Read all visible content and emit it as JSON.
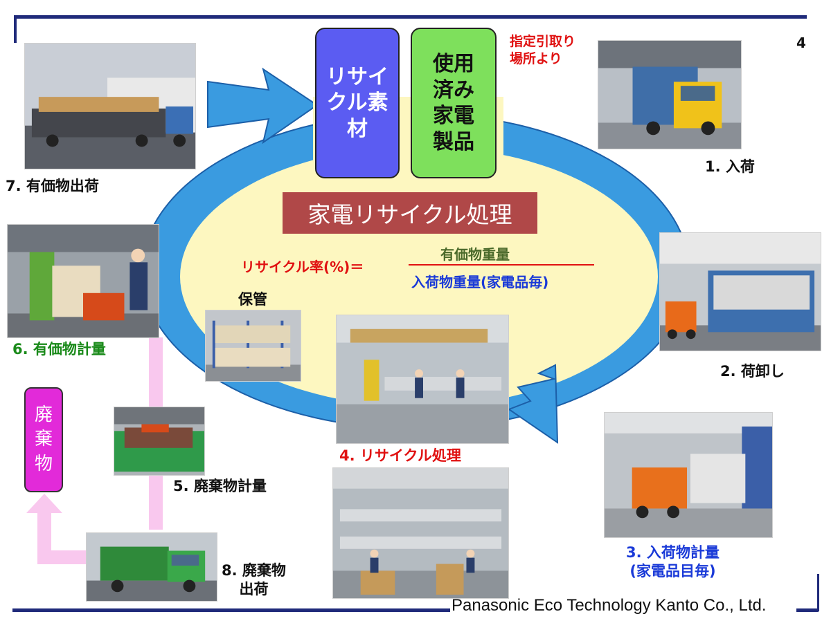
{
  "page": {
    "number": "4"
  },
  "colors": {
    "cycle_arrow": "#3a9be0",
    "inner_oval": "#fdf7c0",
    "material_box": "#5b5cf2",
    "product_box": "#7ee05c",
    "title_banner": "#b04848",
    "waste_box": "#e22ad9",
    "waste_arrow": "#f9c8ee",
    "frame": "#1f2a7a"
  },
  "center": {
    "title": "家電リサイクル処理",
    "recycled_material": "リサイクル素\n材",
    "used_appliances": "使用\n済み\n家電\n製品",
    "pickup_note": "指定引取り\n場所より"
  },
  "formula": {
    "lhs": "リサイクル率(%)＝",
    "numerator": "有価物重量",
    "denominator": "入荷物重量(家電品毎)"
  },
  "steps": {
    "s1": "1. 入荷",
    "s2": "2. 荷卸し",
    "s3": "3. 入荷物計量\n(家電品目毎)",
    "s4": "4. リサイクル処理",
    "s5": "5. 廃棄物計量",
    "s6": "6. 有価物計量",
    "s7": "7. 有価物出荷",
    "s8": "8. 廃棄物\n出荷",
    "storage": "保管"
  },
  "waste": {
    "label": "廃\n棄\n物"
  },
  "footer": {
    "company": "Panasonic Eco Technology Kanto Co., Ltd."
  }
}
